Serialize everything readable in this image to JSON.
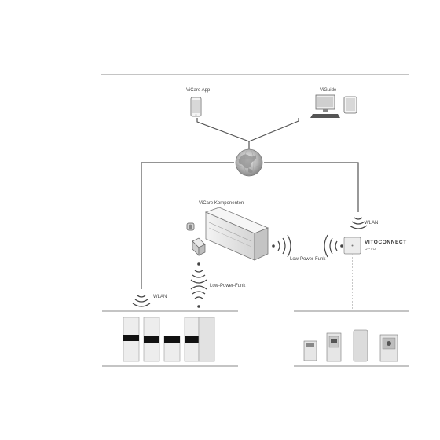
{
  "labels": {
    "vicare_app": "ViCare App",
    "viguide": "ViGuide",
    "vicare_components": "ViCare Komponenten",
    "wlan_left": "WLAN",
    "wlan_right": "WLAN",
    "low_power_radio_center": "Low-Power-Funk",
    "low_power_radio_left": "Low-Power-Funk"
  },
  "brand": {
    "name": "VITOCONNECT",
    "sub": "OPTO"
  },
  "colors": {
    "line": "#555555",
    "rule": "#888888",
    "device_light": "#e8e8e8",
    "device_dark": "#111111",
    "dashed": "#bbbbbb"
  }
}
